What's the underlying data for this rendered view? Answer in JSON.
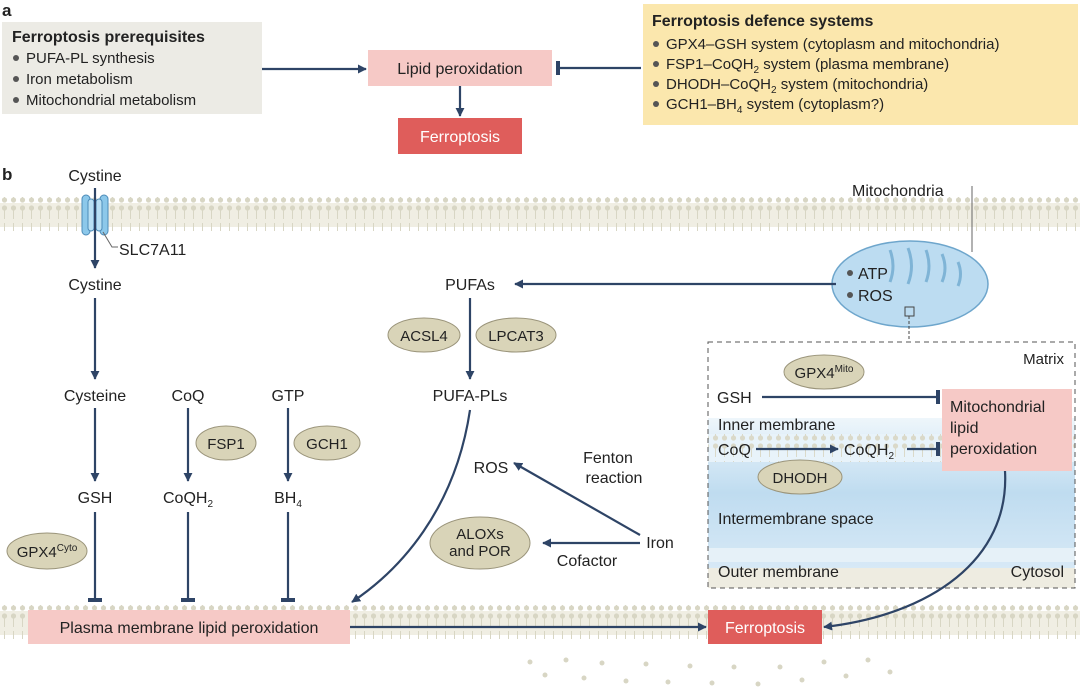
{
  "panel_a": {
    "label": "a",
    "prerequisites": {
      "title": "Ferroptosis prerequisites",
      "items": [
        "PUFA-PL synthesis",
        "Iron metabolism",
        "Mitochondrial metabolism"
      ]
    },
    "lipid_peroxidation": "Lipid peroxidation",
    "ferroptosis": "Ferroptosis",
    "defence": {
      "title": "Ferroptosis defence systems",
      "items": [
        {
          "pre": "GPX4–GSH system (cytoplasm and mitochondria)",
          "sub": "",
          "post": ""
        },
        {
          "pre": "FSP1–CoQH",
          "sub": "2",
          "post": " system (plasma membrane)"
        },
        {
          "pre": "DHODH–CoQH",
          "sub": "2",
          "post": " system (mitochondria)"
        },
        {
          "pre": "GCH1–BH",
          "sub": "4",
          "post": " system (cytoplasm?)"
        }
      ]
    }
  },
  "panel_b": {
    "label": "b",
    "cystine_out": "Cystine",
    "transporter": "SLC7A11",
    "cystine_in": "Cystine",
    "cysteine": "Cysteine",
    "gsh": "GSH",
    "gpx4_cyto": {
      "base": "GPX4",
      "sup": "Cyto"
    },
    "coq": "CoQ",
    "fsp1": "FSP1",
    "coqh2": {
      "base": "CoQH",
      "sub": "2"
    },
    "gtp": "GTP",
    "gch1": "GCH1",
    "bh4": {
      "base": "BH",
      "sub": "4"
    },
    "pufas": "PUFAs",
    "acsl4": "ACSL4",
    "lpcat3": "LPCAT3",
    "pufa_pls": "PUFA-PLs",
    "ros": "ROS",
    "fenton": [
      "Fenton",
      "reaction"
    ],
    "iron": "Iron",
    "cofactor": "Cofactor",
    "aloxs": [
      "ALOXs",
      "and POR"
    ],
    "pm_lipid_perox": "Plasma membrane lipid peroxidation",
    "ferroptosis": "Ferroptosis",
    "mitochondria": {
      "label": "Mitochondria",
      "items": [
        "ATP",
        "ROS"
      ]
    },
    "inset": {
      "matrix": "Matrix",
      "gpx4_mito": {
        "base": "GPX4",
        "sup": "Mito"
      },
      "gsh": "GSH",
      "mito_lipid_perox": [
        "Mitochondrial",
        "lipid",
        "peroxidation"
      ],
      "inner_membrane": "Inner membrane",
      "coq": "CoQ",
      "coqh2": {
        "base": "CoQH",
        "sub": "2"
      },
      "dhodh": "DHODH",
      "intermembrane": "Intermembrane space",
      "outer_membrane": "Outer membrane",
      "cytosol": "Cytosol"
    }
  },
  "colors": {
    "arrow": "#2e4466",
    "pink_box": "#f6c9c6",
    "red_box": "#df5d5b",
    "gray_box": "#ecebe5",
    "yellow_box": "#fbe7ad",
    "enzyme": "#d9d4b8",
    "membrane_band": "#ece9dc",
    "mito_fill": "#bcdcf1",
    "inset_blue": "#cfe6f5"
  }
}
